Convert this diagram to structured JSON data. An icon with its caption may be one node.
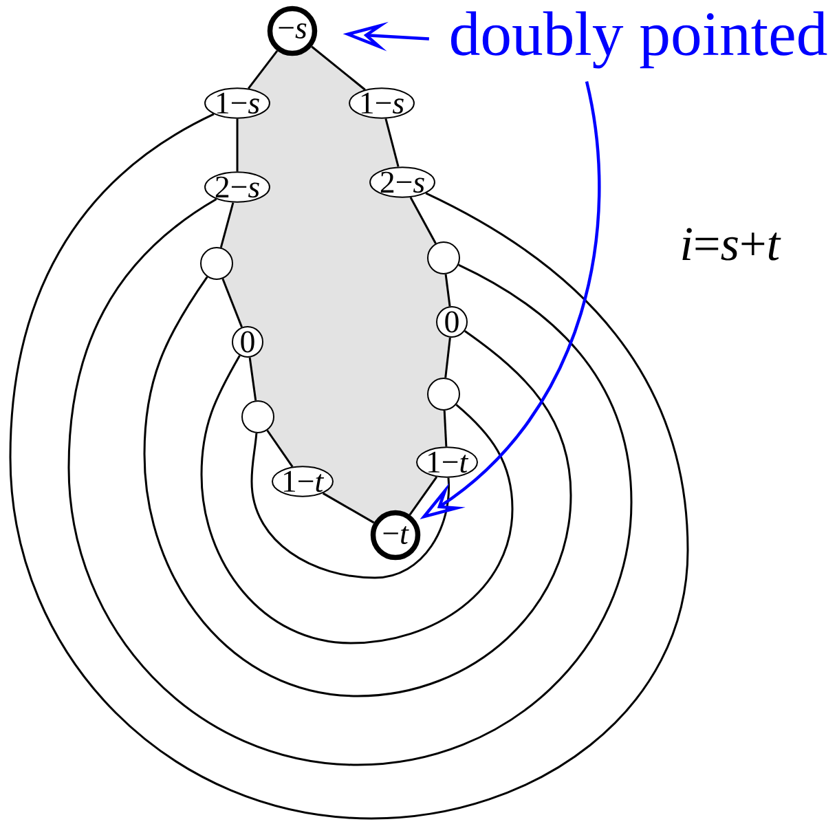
{
  "diagram": {
    "nodes": [
      {
        "text": [
          "−*s*"
        ]
      },
      {
        "text": [
          "1−*s*"
        ]
      },
      {
        "text": [
          "2−*s*"
        ]
      },
      {
        "text": [],
        "shape": "circle"
      },
      {
        "text": [
          "0"
        ]
      },
      {
        "text": [],
        "shape": "circle"
      },
      {
        "text": [
          "1−*t*"
        ]
      },
      {
        "text": [
          "−*t*"
        ]
      },
      {
        "text": [
          "1−*s*"
        ]
      },
      {
        "text": [
          "2−*s*"
        ]
      },
      {
        "text": [],
        "shape": "circle"
      },
      {
        "text": [
          "0"
        ]
      },
      {
        "text": [],
        "shape": "circle"
      },
      {
        "text": [
          "1−*t*"
        ]
      },
      {
        "text": [
          "doubly pointed"
        ]
      }
    ],
    "edges": [
      {
        "from": 0,
        "to": 1,
        "arrow": "none"
      },
      {
        "from": 1,
        "to": 2,
        "arrow": "none"
      },
      {
        "from": 2,
        "to": 3,
        "arrow": "none"
      },
      {
        "from": 3,
        "to": 4,
        "arrow": "none"
      },
      {
        "from": 4,
        "to": 5,
        "arrow": "none"
      },
      {
        "from": 5,
        "to": 6,
        "arrow": "none"
      },
      {
        "from": 6,
        "to": 7,
        "arrow": "none"
      },
      {
        "from": 0,
        "to": 8,
        "arrow": "none"
      },
      {
        "from": 8,
        "to": 9,
        "arrow": "none"
      },
      {
        "from": 9,
        "to": 10,
        "arrow": "none"
      },
      {
        "from": 10,
        "to": 11,
        "arrow": "none"
      },
      {
        "from": 11,
        "to": 12,
        "arrow": "none"
      },
      {
        "from": 12,
        "to": 13,
        "arrow": "none"
      },
      {
        "from": 13,
        "to": 7,
        "arrow": "none"
      },
      {
        "from": 1,
        "to": 9,
        "arrow": "none"
      },
      {
        "from": 2,
        "to": 10,
        "arrow": "none"
      },
      {
        "from": 3,
        "to": 11,
        "arrow": "none"
      },
      {
        "from": 4,
        "to": 12,
        "arrow": "none"
      },
      {
        "from": 5,
        "to": 13,
        "arrow": "none"
      },
      {
        "from": 14,
        "to": 0,
        "arrow": "to",
        "color": "#0000ff"
      },
      {
        "from": 14,
        "to": 7,
        "arrow": "to",
        "color": "#0000ff"
      }
    ],
    "labels": [
      "*i*=*s*+*t*"
    ]
  }
}
